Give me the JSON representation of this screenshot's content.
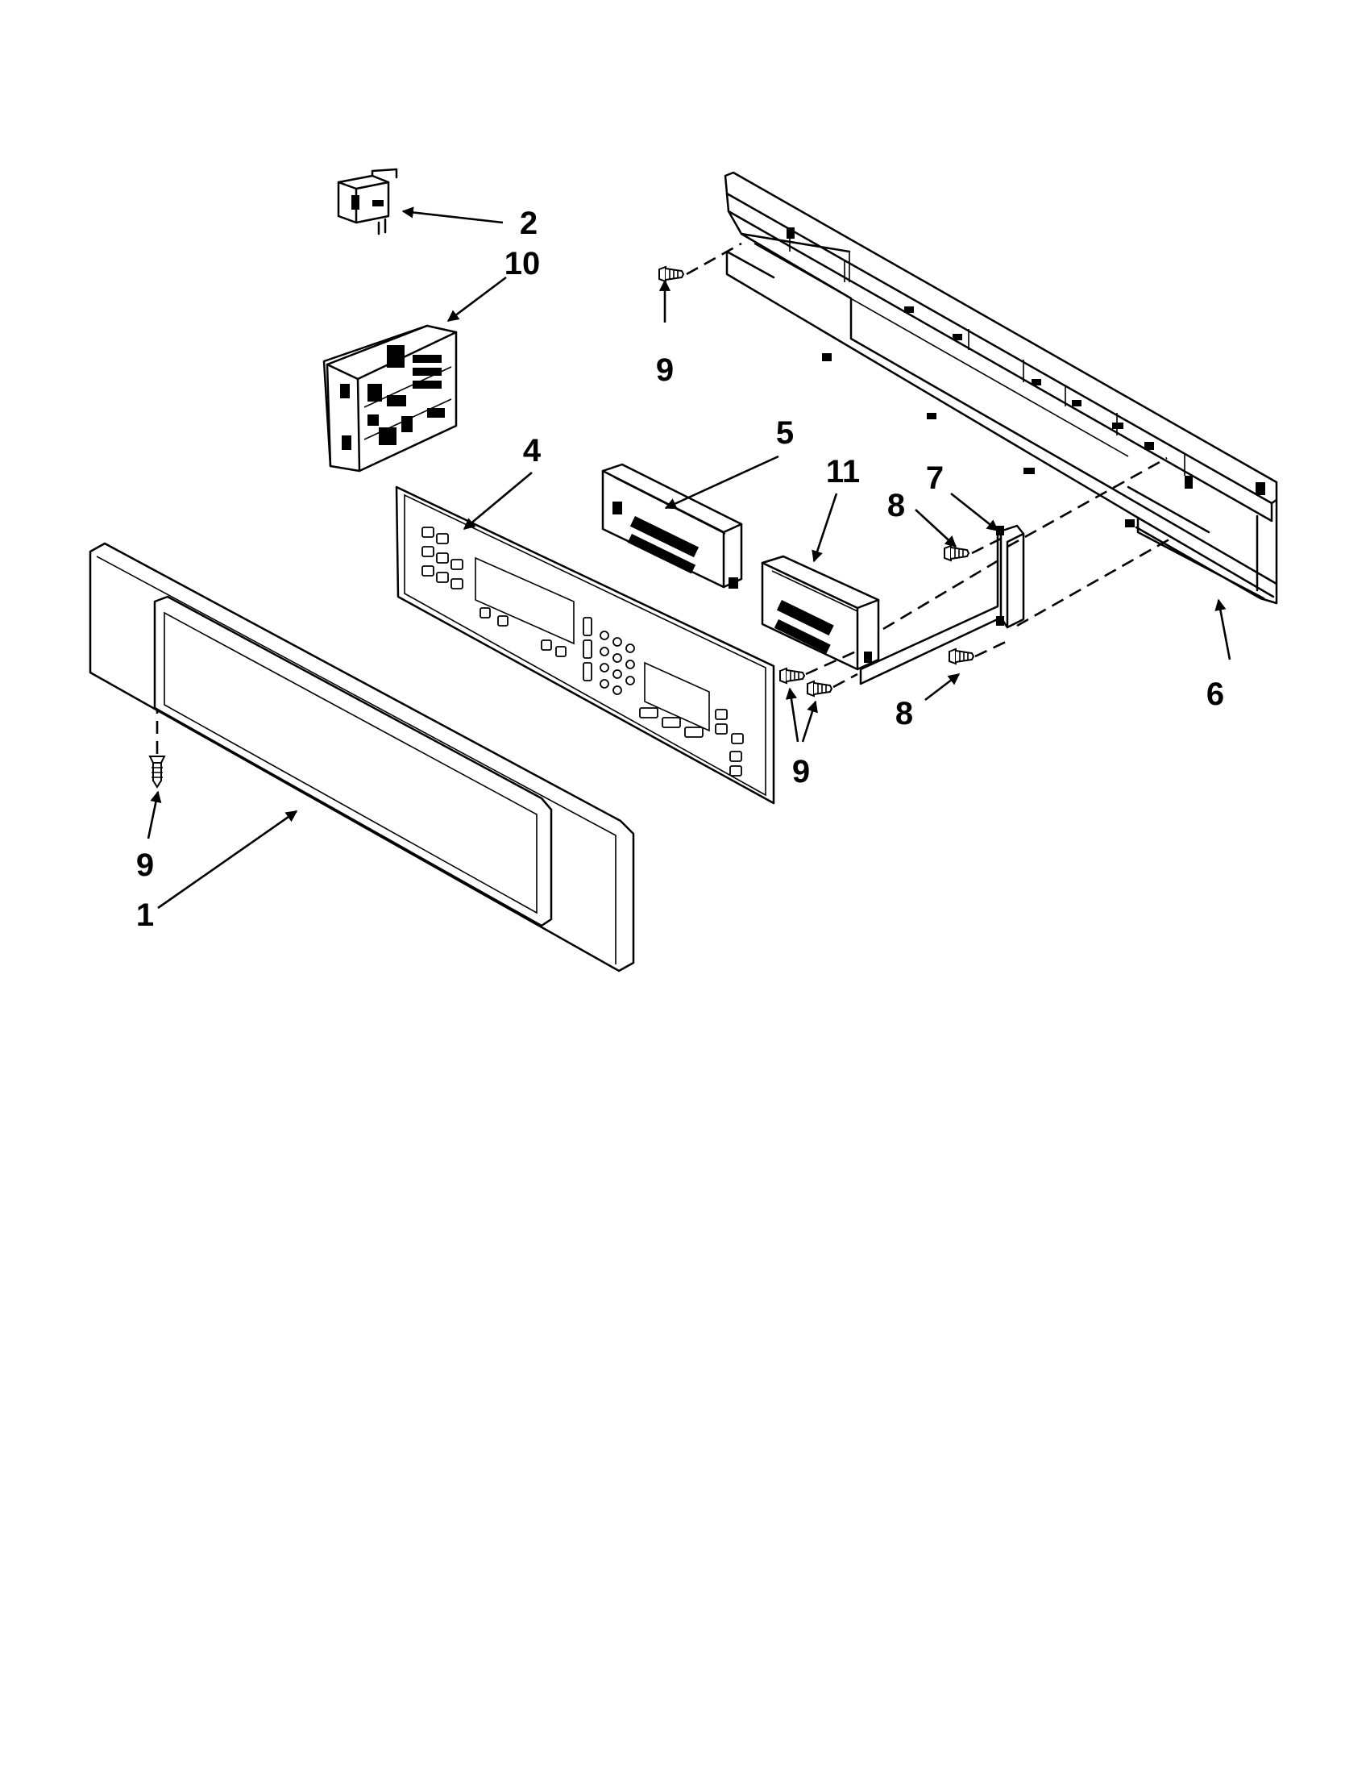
{
  "callouts": {
    "p1": "1",
    "p2": "2",
    "p4": "4",
    "p5": "5",
    "p6": "6",
    "p7": "7",
    "p8a": "8",
    "p8b": "8",
    "p9a": "9",
    "p9b": "9",
    "p9c": "9",
    "p10": "10",
    "p11": "11"
  }
}
